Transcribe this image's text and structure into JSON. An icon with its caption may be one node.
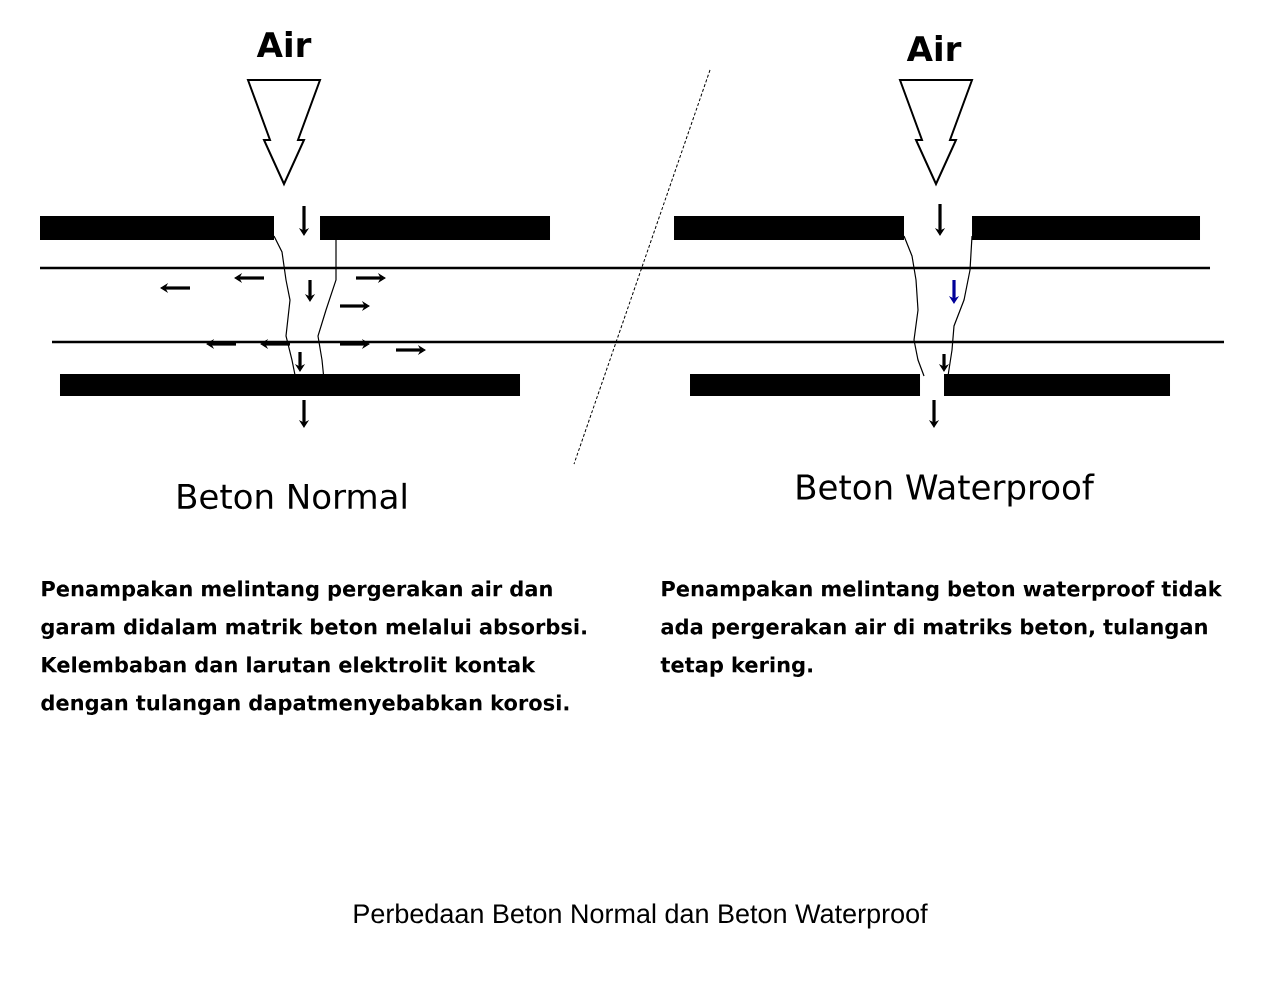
{
  "diagram": {
    "caption": "Perbedaan Beton Normal dan Beton Waterproof",
    "labels": [
      "Air",
      "Air",
      "Beton Normal",
      "Beton Waterproof",
      "Penampakan melintang pergerakan air dan garam didalam matrik beton melalui absorbsi. Kelembaban dan larutan elektrolit kontak dengan tulangan dapatmenyebabkan korosi.",
      "Penampakan melintang beton waterproof tidak ada pergerakan air di matriks beton, tulangan tetap kering."
    ]
  }
}
